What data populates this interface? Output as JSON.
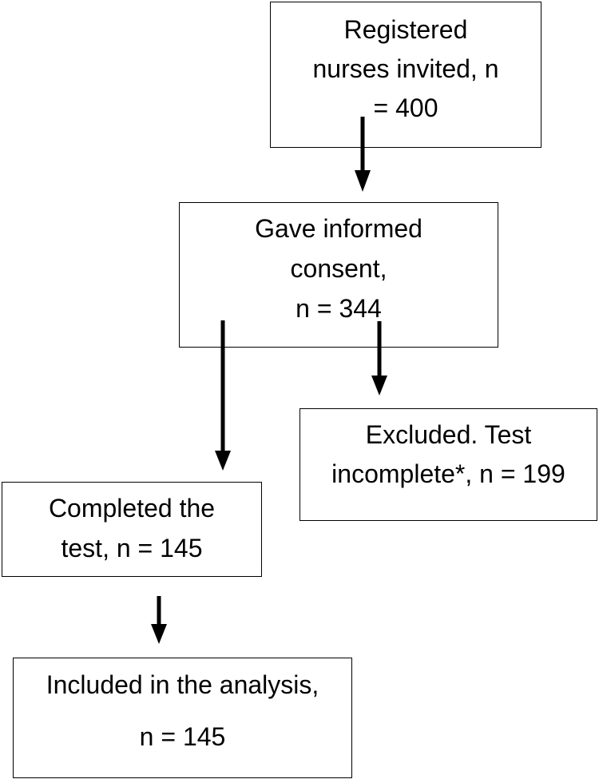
{
  "boxes": {
    "invited": {
      "lines": [
        "Registered",
        "nurses invited, n",
        "= 400"
      ]
    },
    "consent": {
      "lines": [
        "Gave informed",
        "consent,",
        "n = 344"
      ]
    },
    "excluded": {
      "lines": [
        "Excluded. Test",
        "incomplete*, n = 199"
      ]
    },
    "completed": {
      "lines": [
        "Completed the",
        "test, n = 145"
      ]
    },
    "included": {
      "lines": [
        "Included in the analysis,",
        "n = 145"
      ]
    }
  }
}
